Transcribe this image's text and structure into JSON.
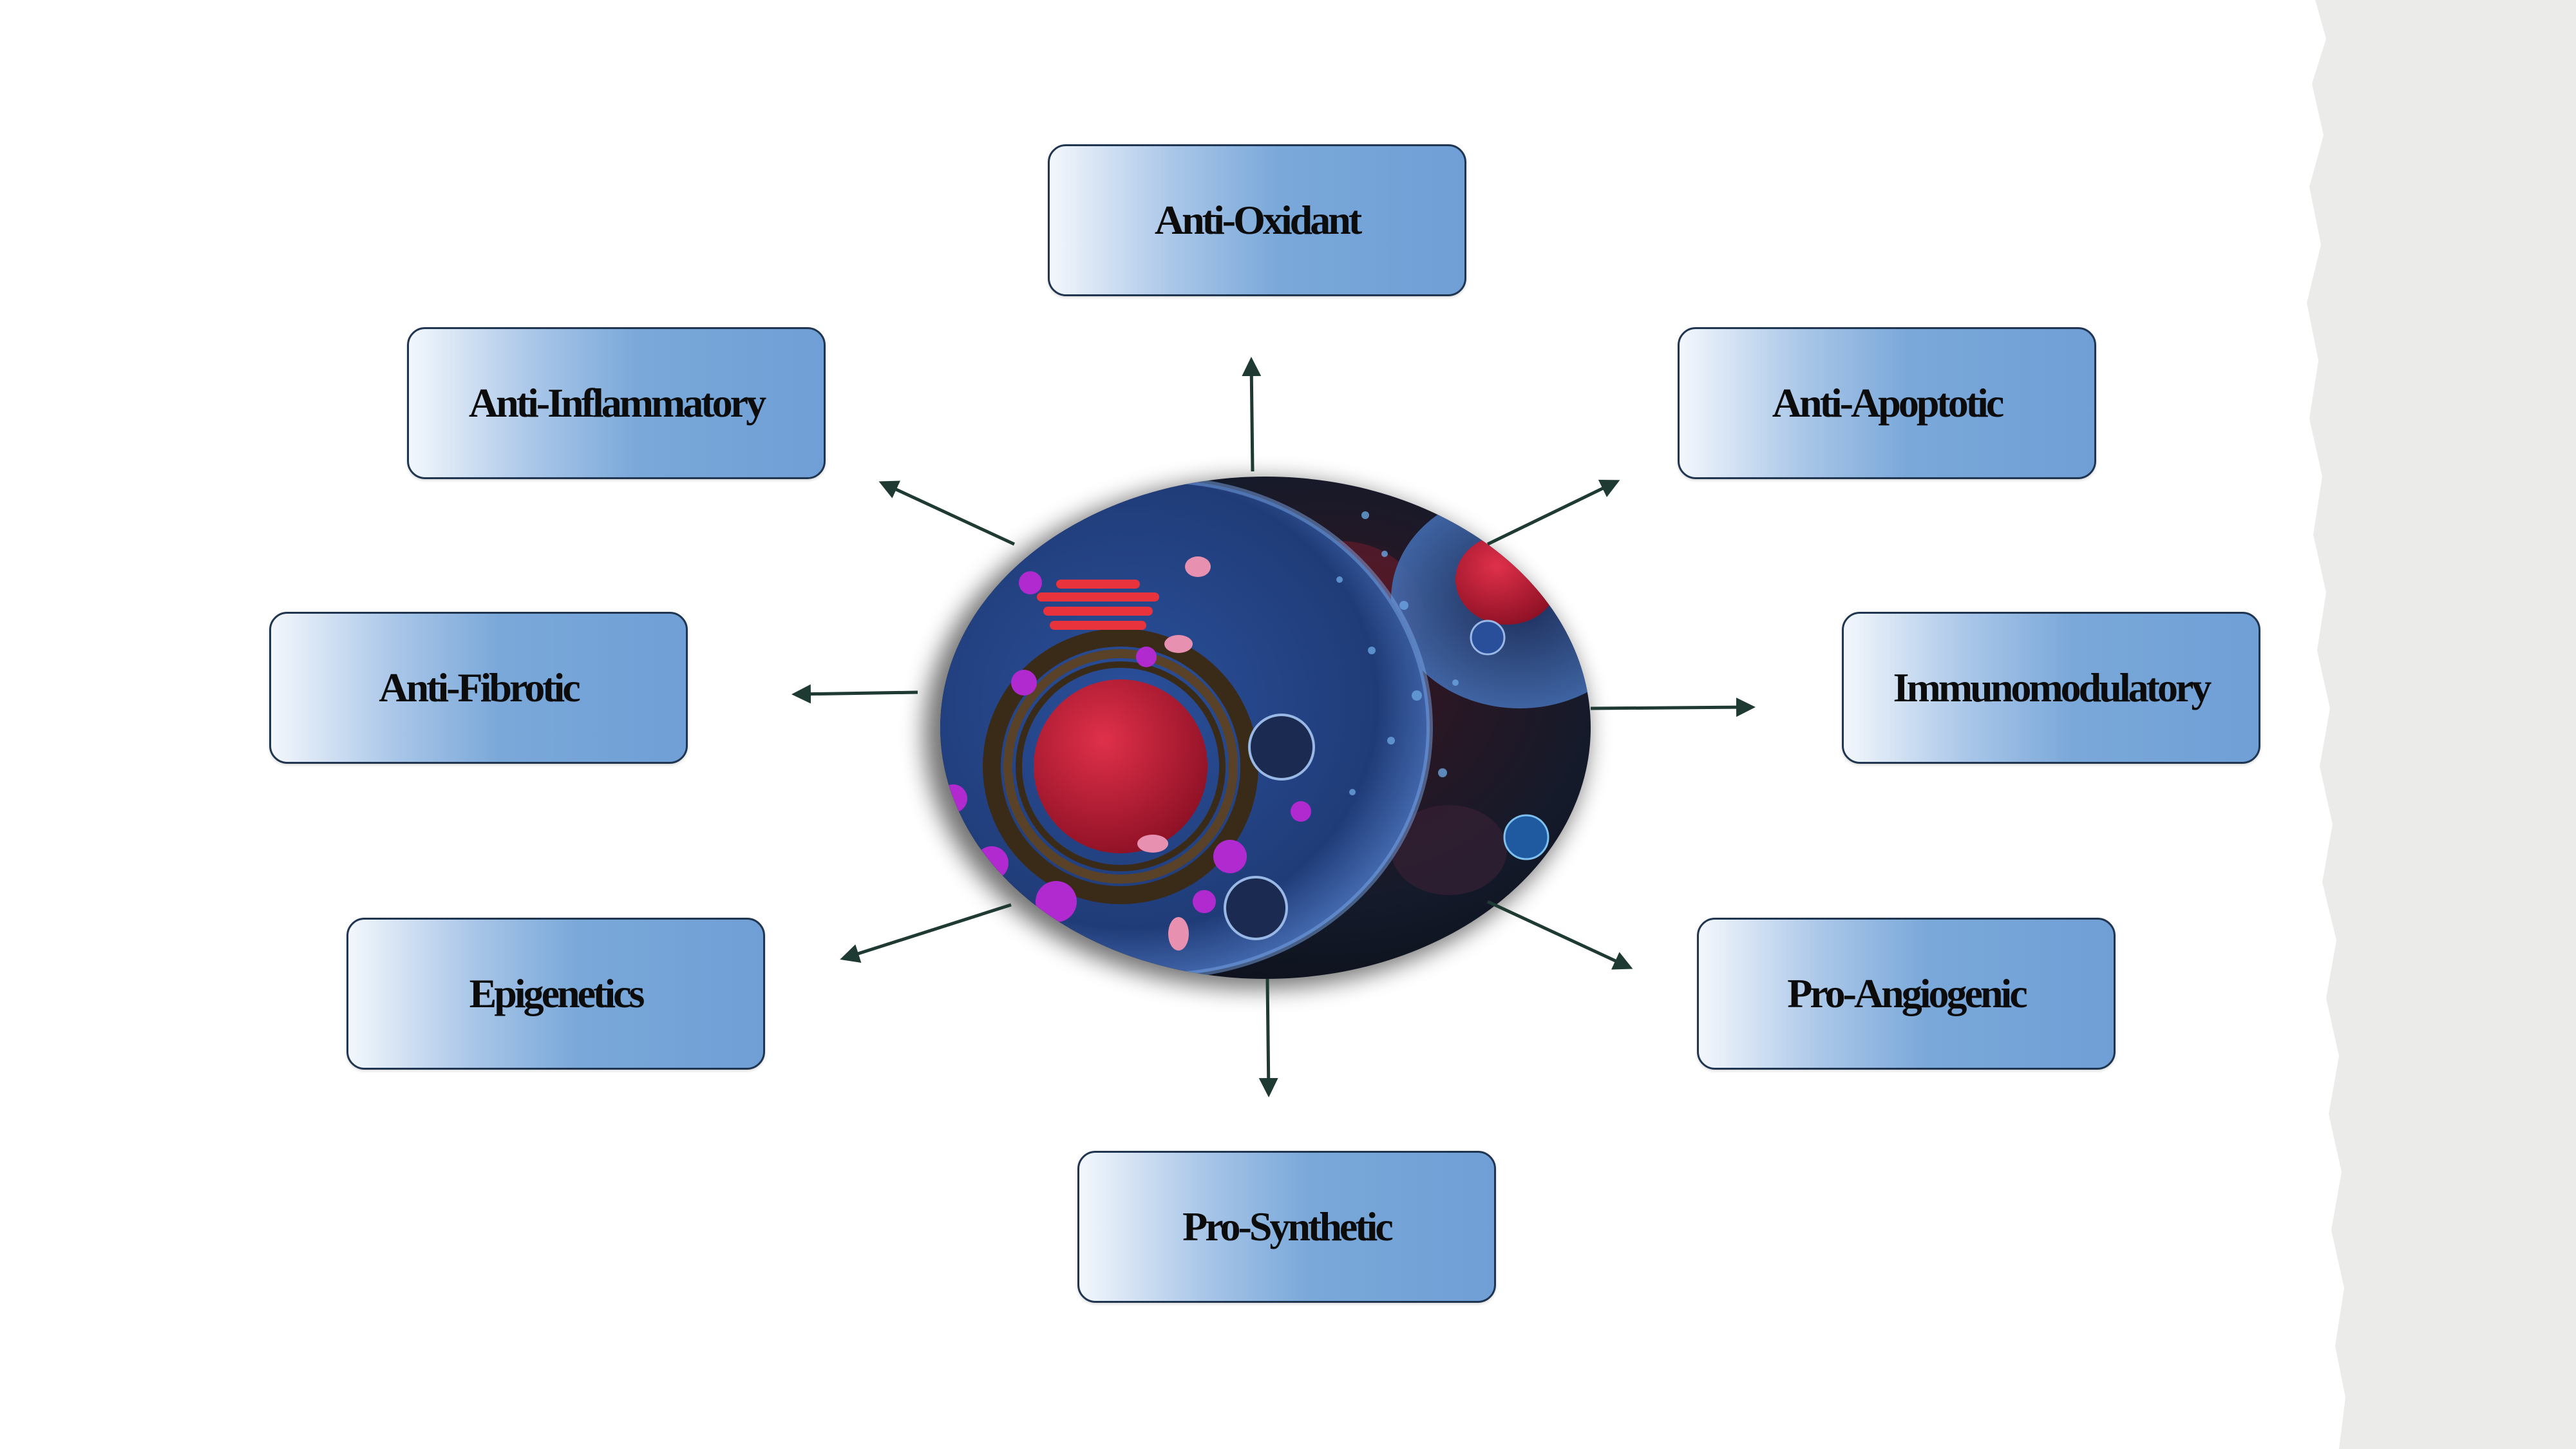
{
  "diagram": {
    "nodes": [
      {
        "id": "anti-oxidant",
        "label": "Anti-Oxidant"
      },
      {
        "id": "anti-inflammatory",
        "label": "Anti-Inflammatory"
      },
      {
        "id": "anti-apoptotic",
        "label": "Anti-Apoptotic"
      },
      {
        "id": "anti-fibrotic",
        "label": "Anti-Fibrotic"
      },
      {
        "id": "immunomodulatory",
        "label": "Immunomodulatory"
      },
      {
        "id": "epigenetics",
        "label": "Epigenetics"
      },
      {
        "id": "pro-angiogenic",
        "label": "Pro-Angiogenic"
      },
      {
        "id": "pro-synthetic",
        "label": "Pro-Synthetic"
      }
    ],
    "center_image": "cell-illustration",
    "colors": {
      "box_fill": "#6f9fd6",
      "box_border": "#1f3550",
      "arrow": "#1f3a33",
      "torn_paper": "#ebebea"
    }
  }
}
